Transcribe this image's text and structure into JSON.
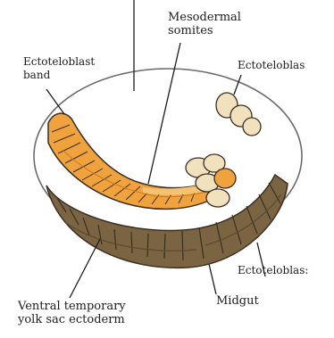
{
  "labels": {
    "mesodermal_somites": "Mesodermal\nsomites",
    "ectoteloblast_band": "Ectoteloblast\nband",
    "ectoteloblast_top": "Ectoteloblas",
    "ectoteloblast_bottom": "Ectoteloblas:",
    "midgut": "Midgut",
    "ventral_temporary_yolk_sac_ectoderm": "Ventral temporary\nyolk sac ectoderm"
  },
  "colors": {
    "band_orange": "#f0a33c",
    "band_orange_light": "#f6c170",
    "pale_cells": "#f2e1bd",
    "midgut_brown": "#7a6441",
    "midgut_brown_dark": "#5a4a30",
    "outline": "#3a2f22",
    "egg_outline": "#6b6b6b"
  }
}
